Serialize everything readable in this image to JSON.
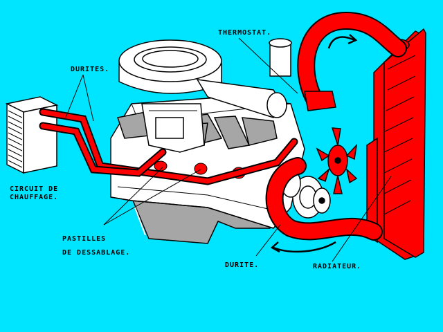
{
  "colors": {
    "background": "#00e5ff",
    "coolant": "#ff0000",
    "engine": "#ffffff",
    "shadow": "#a6a6a6",
    "ink": "#000000"
  },
  "labels": {
    "thermostat": "THERMOSTAT.",
    "durites_top": "DURITES.",
    "circuit_line1": "CIRCUIT DE",
    "circuit_line2": "CHAUFFAGE.",
    "pastilles_line1": "PASTILLES",
    "pastilles_line2": "DE DESSABLAGE.",
    "durite": "DURITE.",
    "radiateur": "RADIATEUR."
  },
  "icons": {
    "flow_arrow_top": "curved-arrow-icon",
    "flow_arrow_bottom": "curved-arrow-icon"
  }
}
